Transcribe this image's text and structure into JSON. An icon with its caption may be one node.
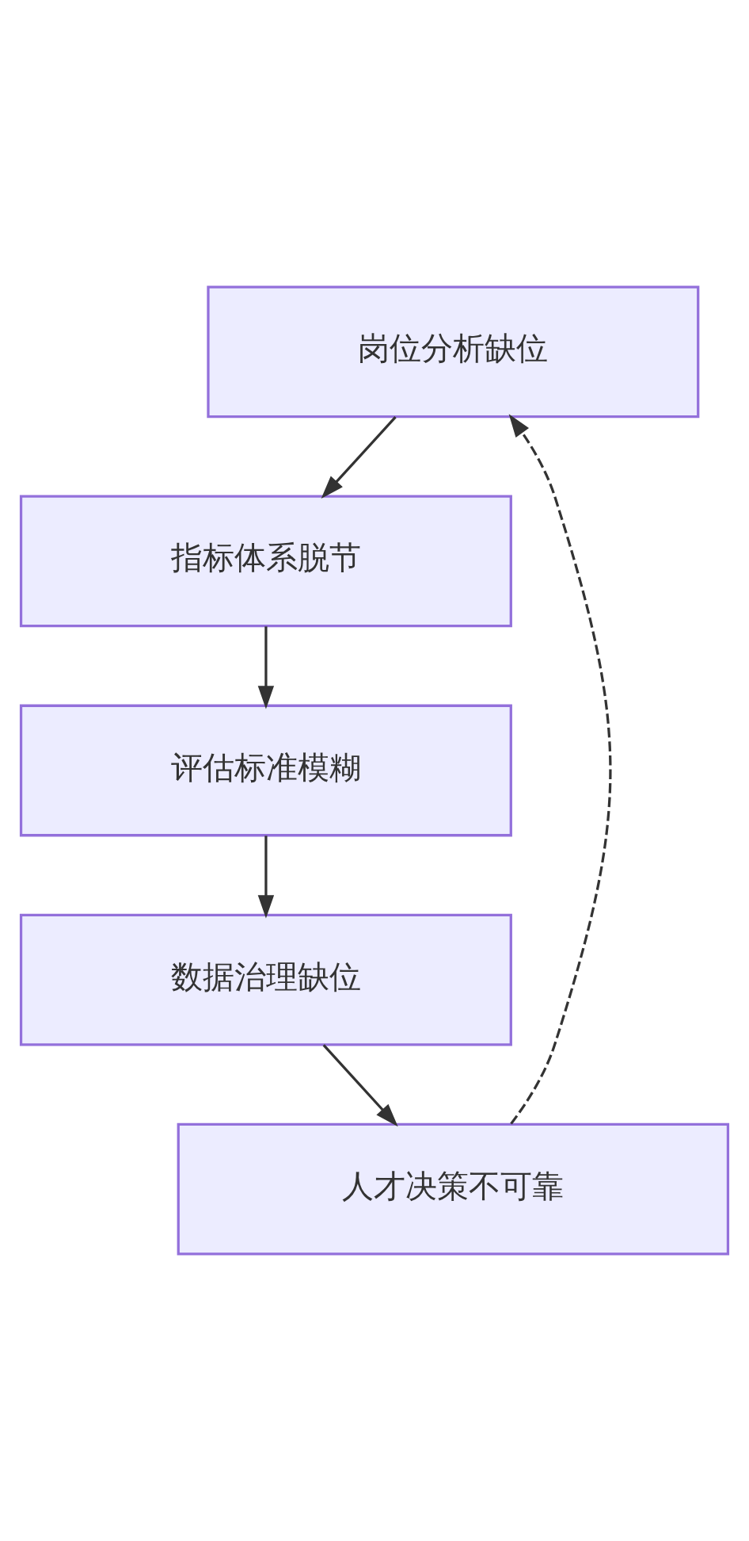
{
  "diagram": {
    "nodes": [
      {
        "text": [
          "岗位分析缺位"
        ]
      },
      {
        "text": [
          "指标体系脱节"
        ]
      },
      {
        "text": [
          "评估标准模糊"
        ]
      },
      {
        "text": [
          "数据治理缺位"
        ]
      },
      {
        "text": [
          "人才决策不可靠"
        ]
      }
    ],
    "edges": [
      {
        "from": 0,
        "to": 1,
        "arrow": "to"
      },
      {
        "from": 1,
        "to": 2,
        "arrow": "to"
      },
      {
        "from": 2,
        "to": 3,
        "arrow": "to"
      },
      {
        "from": 3,
        "to": 4,
        "arrow": "to"
      },
      {
        "from": 4,
        "to": 0,
        "arrow": "to",
        "style": "dashed"
      }
    ]
  }
}
